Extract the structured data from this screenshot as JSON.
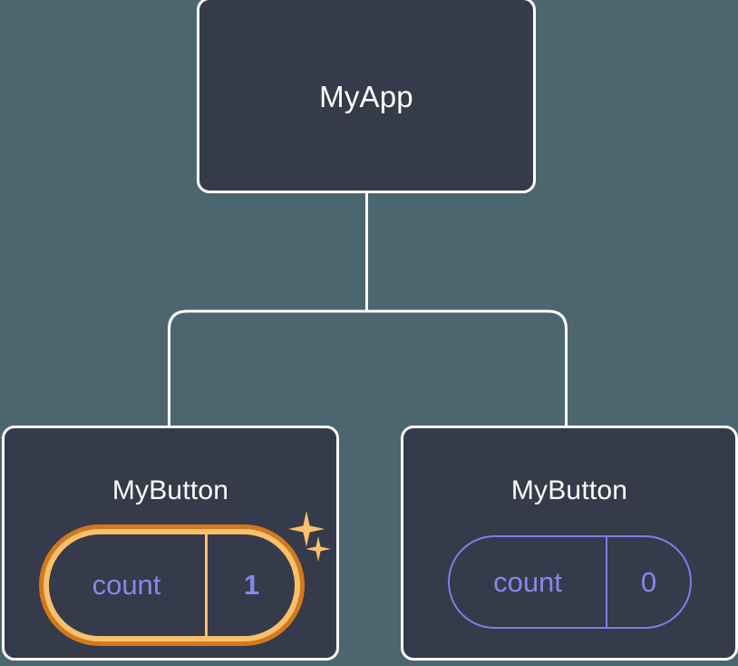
{
  "diagram": {
    "type": "component-tree",
    "background_color": "#4c6670",
    "node_fill_color": "#353b4a",
    "node_border_color": "#ffffff",
    "connector_color": "#ffffff",
    "state_idle_color": "#8588e9",
    "state_highlight_outer_color": "#d3791d",
    "state_highlight_inner_color": "#f8c06c",
    "sparkle_color": "#f9c16d"
  },
  "root": {
    "title": "MyApp"
  },
  "children": [
    {
      "title": "MyButton",
      "state": {
        "key": "count",
        "value": "1"
      },
      "highlighted": "true",
      "sparkles": "2"
    },
    {
      "title": "MyButton",
      "state": {
        "key": "count",
        "value": "0"
      },
      "highlighted": "false",
      "sparkles": "0"
    }
  ]
}
